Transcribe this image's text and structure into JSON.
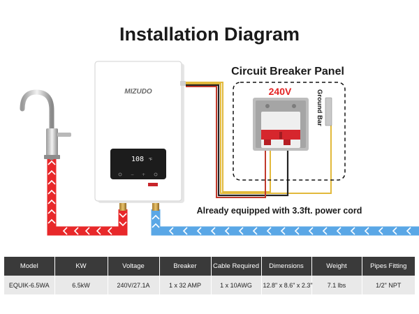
{
  "title": "Installation Diagram",
  "heater": {
    "brand": "MIZUDO",
    "display_value": "108",
    "display_unit": "°F",
    "colors": {
      "body": "#ffffff",
      "panel": "#1c1c1c"
    }
  },
  "panel": {
    "title": "Circuit Breaker Panel",
    "voltage": "240V",
    "ground_bar_label": "Ground Bar"
  },
  "power_cord_note": "Already equipped with 3.3ft. power cord",
  "colors": {
    "hot_pipe": "#e8282a",
    "cold_pipe": "#5aa7e6",
    "breaker_red": "#d6262d",
    "wire_red": "#c0392b",
    "wire_black": "#222222",
    "wire_yellow": "#e2b93b"
  },
  "specs": {
    "headers": [
      "Model",
      "KW",
      "Voltage",
      "Breaker",
      "Cable Required",
      "Dimensions",
      "Weight",
      "Pipes Fitting"
    ],
    "row": [
      "EQUIK-6.5WA",
      "6.5kW",
      "240V/27.1A",
      "1 x 32 AMP",
      "1 x 10AWG",
      "12.8\" x 8.6\" x 2.3\"",
      "7.1 lbs",
      "1/2\" NPT"
    ]
  }
}
